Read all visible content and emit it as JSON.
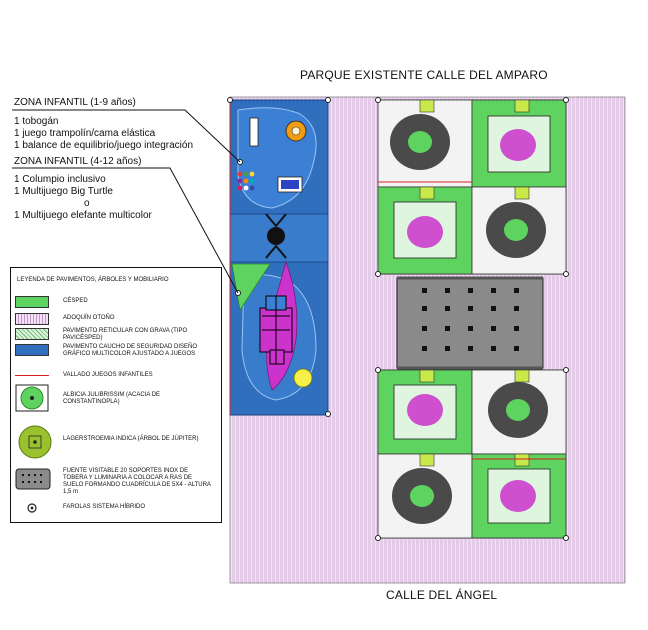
{
  "titles": {
    "top": "PARQUE EXISTENTE CALLE DEL AMPARO",
    "bottom": "CALLE DEL ÁNGEL"
  },
  "zone1": {
    "title": "ZONA INFANTIL (1-9 años)",
    "items": [
      "1 tobogán",
      "1 juego trampolín/cama elástica",
      "1 balance de equilibrio/juego integración"
    ]
  },
  "zone2": {
    "title": "ZONA INFANTIL (4-12 años)",
    "items": [
      "1 Columpio inclusivo",
      "1 Multijuego Big Turtle",
      "o",
      "1 Multijuego elefante multicolor"
    ]
  },
  "legend": {
    "title": "LEYENDA DE PAVIMENTOS, ÁRBOLES Y MOBILIARIO",
    "items": [
      {
        "label": "CÉSPED"
      },
      {
        "label": "ADOQUÍN OTOÑO"
      },
      {
        "label": "PAVIMENTO RETICULAR CON GRAVA (TIPO PAVICÉSPED)"
      },
      {
        "label": "PAVIMENTO CAUCHO DE SEGURIDAD DISEÑO GRÁFICO MULTICOLOR AJUSTADO A JUEGOS"
      },
      {
        "label": "VALLADO JUEGOS INFANTILES"
      },
      {
        "label": "ALBICIA JULIBRISSIM (ACACIA DE CONSTANTINOPLA)"
      },
      {
        "label": "LAGERSTROEMIA INDICA (ÁRBOL DE JÚPITER)"
      },
      {
        "label": "FUENTE VISITABLE 20 SOPORTES INOX DE TOBERA Y LUMINARIA A COLOCAR A RAS DE SUELO FORMANDO CUADRÍCULA DE 5X4 - ALTURA 1,5 m"
      },
      {
        "label": "FAROLAS SISTEMA HÍBRIDO"
      }
    ]
  },
  "colors": {
    "grass": "#5fd35f",
    "paving": "#d9b3df",
    "rubber": "#2f6fbe",
    "fence": "#d32020",
    "magenta": "#cc33cc",
    "fountain": "#8a8a8a"
  }
}
